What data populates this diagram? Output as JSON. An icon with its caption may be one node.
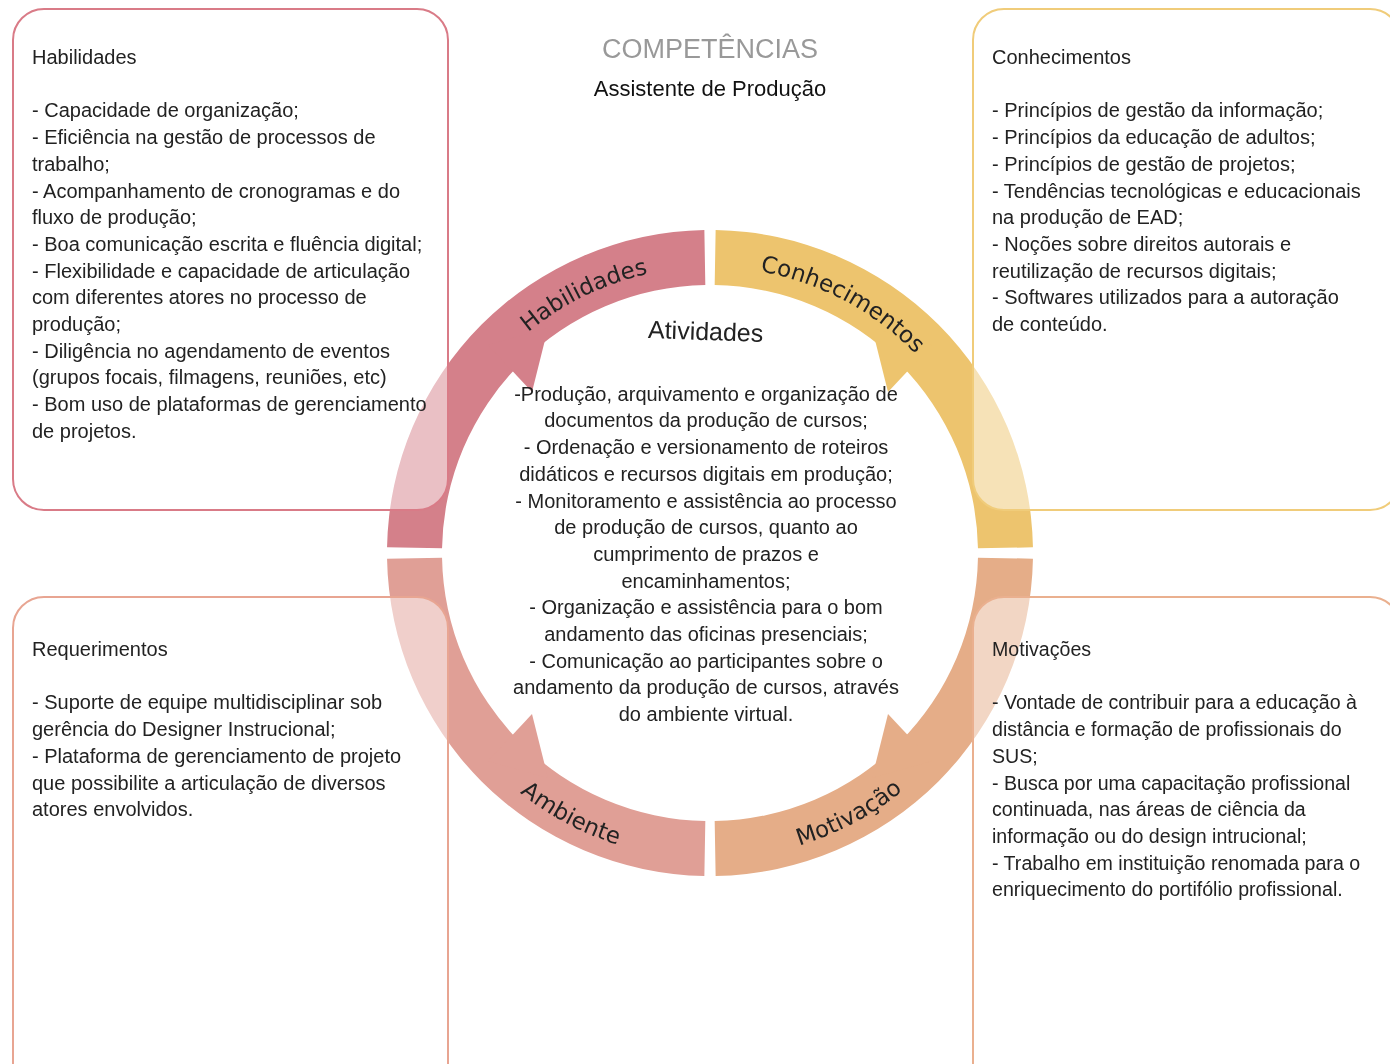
{
  "diagram": {
    "title": "COMPETÊNCIAS",
    "nodes": [
      {
        "text": [
          "Habilidades",
          "- Capacidade de organização;",
          "- Eficiência na gestão de processos de trabalho;",
          "- Acompanhamento de cronogramas e do fluxo de produção;",
          "- Boa comunicação escrita e fluência digital;",
          "- Flexibilidade e capacidade de articulação com diferentes atores no processo de produção;",
          "- Diligência no agendamento de eventos (grupos focais, filmagens, reuniões, etc)",
          "- Bom uso de plataformas de gerenciamento de projetos."
        ]
      },
      {
        "text": [
          "Conhecimentos",
          "- Princípios de gestão da informação;",
          "- Princípios da educação de adultos;",
          "- Princípios de gestão de projetos;",
          "- Tendências tecnológicas e educacionais na produção de EAD;",
          "- Noções sobre direitos autorais e reutilização de recursos digitais;",
          "- Softwares utilizados para a autoração de conteúdo."
        ]
      },
      {
        "text": [
          "Habilidades"
        ]
      },
      {
        "text": [
          "Conhecimentos"
        ]
      },
      {
        "text": [
          "Atividades",
          "-Produção, arquivamento e organização de documentos da produção de cursos;",
          "- Ordenação e versionamento de roteiros didáticos e recursos digitais em produção;",
          "- Monitoramento e assistência ao processo de produção de cursos, quanto ao cumprimento de prazos e encaminhamentos;",
          "- Organização e assistência para o bom andamento das oficinas presenciais;",
          "- Comunicação ao participantes sobre o andamento da produção de cursos, através do ambiente virtual."
        ]
      },
      {
        "text": [
          "Ambiente"
        ]
      },
      {
        "text": [
          "Motivação"
        ]
      },
      {
        "text": [
          "Requerimentos",
          "- Suporte de equipe multidisciplinar sob gerência do Designer Instrucional;",
          "- Plataforma de gerenciamento de projeto que possibilite a articulação de diversos atores envolvidos."
        ]
      },
      {
        "text": [
          "Motivações",
          "- Vontade de contribuir para a educação à distância e formação de profissionais do SUS;",
          "- Busca por uma capacitação profissional continuada, nas áreas de ciência da informação ou do design intrucional;",
          "- Trabalho em instituição renomada para o enriquecimento do portifólio profissional."
        ]
      }
    ],
    "labels": [
      "Assistente de Produção"
    ]
  }
}
